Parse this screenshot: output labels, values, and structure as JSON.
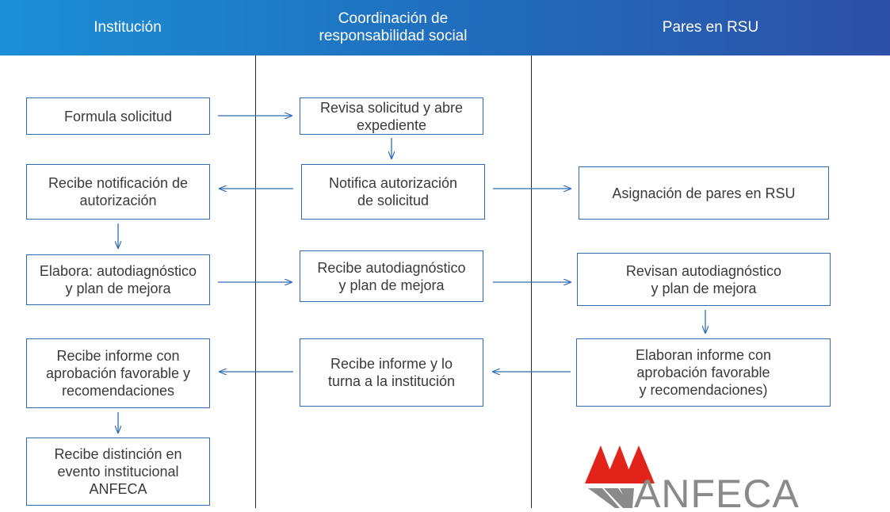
{
  "header": {
    "col1": "Institución",
    "col2": "Coordinación de\nresponsabilidad social",
    "col3": "Pares en RSU"
  },
  "boxes": {
    "formula": "Formula solicitud",
    "revisa": "Revisa solicitud y abre\nexpediente",
    "recibe_notif": "Recibe notificación de\nautorización",
    "notifica": "Notifica autorización\nde solicitud",
    "asignacion": "Asignación de pares en RSU",
    "elabora": "Elabora: autodiagnóstico\ny plan de mejora",
    "recibe_auto": "Recibe autodiagnóstico\ny plan de mejora",
    "revisan": "Revisan autodiagnóstico\ny plan de mejora",
    "recibe_informe_fav": "Recibe informe con\naprobación favorable y\nrecomendaciones",
    "recibe_turna": "Recibe informe y lo\nturna a la institución",
    "elaboran": "Elaboran informe con\naprobación favorable\ny recomendaciones)",
    "distincion": "Recibe distinción en\nevento institucional\nANFECA"
  },
  "logo": {
    "text": "ANFECA",
    "color_red": "#e2231a",
    "color_gray": "#8a8a8a"
  },
  "colors": {
    "header_start": "#1c8fd6",
    "header_end": "#2d50a6",
    "box_border": "#2f6cb3",
    "arrow": "#2f6cb3"
  }
}
